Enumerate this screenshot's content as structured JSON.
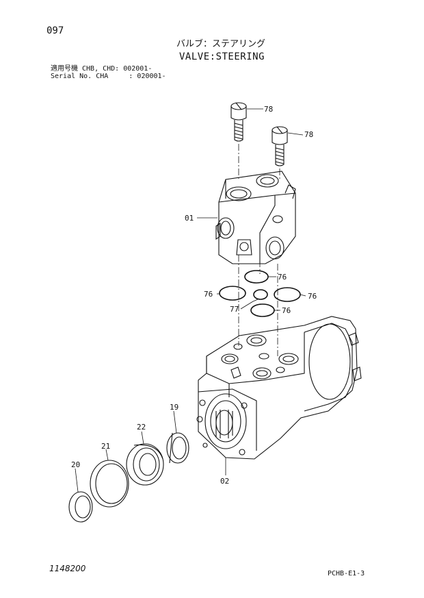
{
  "header": {
    "page_number": "097",
    "title_jp": "バルブ：ステアリング",
    "title_en": "VALVE:STEERING",
    "serial_line_1": "適用号機 CHB, CHD: 002001-",
    "serial_line_2": "Serial No. CHA     : 020001-"
  },
  "callouts": {
    "bolt_top": "78",
    "bolt_right": "78",
    "valve_block": "01",
    "oring_76_a": "76",
    "oring_76_b": "76",
    "oring_76_c": "76",
    "oring_76_d": "76",
    "oring_77": "77",
    "seal_19": "19",
    "bush_22": "22",
    "ring_21": "21",
    "ring_20": "20",
    "body_02": "02"
  },
  "footer": {
    "drawing_number": "1148200",
    "page_code": "PCHB-E1-3"
  }
}
